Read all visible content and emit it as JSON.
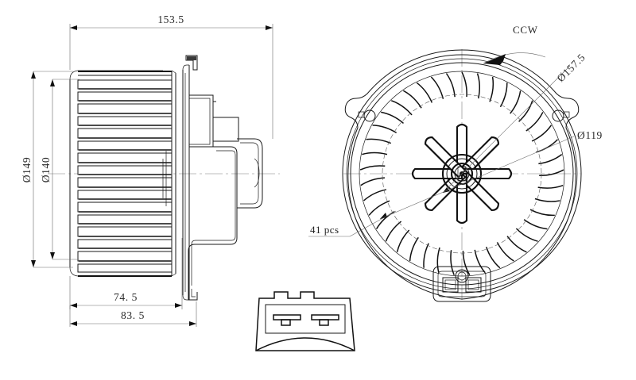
{
  "drawing": {
    "title": "HVAC blower motor assembly technical drawing",
    "background_color": "#ffffff",
    "line_color": "#111111",
    "dimension_color": "#6b6b6b"
  },
  "side_view": {
    "name": "side-elevation-view",
    "dimensions": {
      "overall_length": "153.5",
      "outer_diameter": "Ø149",
      "wheel_diameter": "Ø140",
      "length_a": "74. 5",
      "length_b": "83. 5"
    },
    "blade_row_count": 17
  },
  "front_view": {
    "name": "front-circular-view",
    "dimensions": {
      "housing_diameter": "Ø157.5",
      "wheel_bore_diameter": "Ø119"
    },
    "rotation_label": "CCW",
    "blade_note": "41 pcs",
    "blade_count": 41,
    "hub_spoke_count": 8,
    "mounting_ears": 2,
    "bottom_boss_cutouts": 2
  },
  "connector_view": {
    "name": "electrical-connector-detail",
    "pin_count": 2
  }
}
